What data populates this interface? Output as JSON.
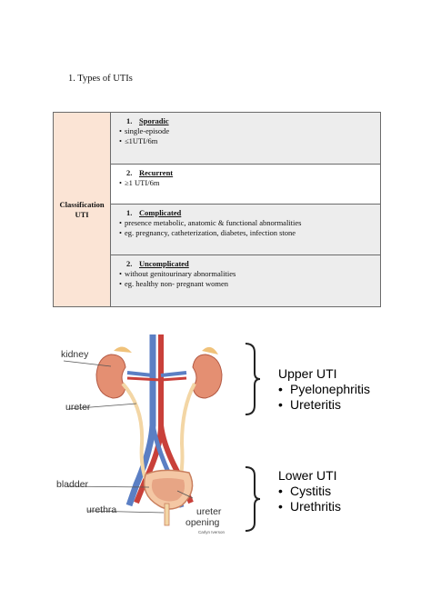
{
  "section_heading": "1.   Types of UTIs",
  "table": {
    "label_line1": "Classification",
    "label_line2": "UTI",
    "rows": [
      {
        "number": "1.",
        "title": "Sporadic",
        "bullets": [
          "single-episode",
          "≤1UTI/6m"
        ]
      },
      {
        "number": "2.",
        "title": "Recurrent",
        "bullets": [
          "≥1 UTI/6m"
        ]
      },
      {
        "number": "1.",
        "title": "Complicated",
        "bullets": [
          "presence metabolic, anatomic & functional abnormalities",
          "eg. pregnancy, catheterization, diabetes, infection stone"
        ]
      },
      {
        "number": "2.",
        "title": "Uncomplicated",
        "bullets": [
          "without genitourinary abnormalities",
          "eg. healthy non- pregnant women"
        ]
      }
    ]
  },
  "diagram": {
    "labels": {
      "kidney": "kidney",
      "ureter": "ureter",
      "bladder": "bladder",
      "urethra": "urethra",
      "ureter_opening_1": "ureter",
      "ureter_opening_2": "opening"
    },
    "credit": "Carlyn Iverson"
  },
  "upper": {
    "title": "Upper UTI",
    "items": [
      "Pyelonephritis",
      "Ureteritis"
    ]
  },
  "lower": {
    "title": "Lower UTI",
    "items": [
      "Cystitis",
      "Urethritis"
    ]
  },
  "colors": {
    "label_fill": "#fbe4d5",
    "row_shade": "#ededed",
    "kidney": "#e48f72",
    "vein": "#5b7fc4",
    "artery": "#c9403a",
    "ureter": "#f3d6a5"
  }
}
